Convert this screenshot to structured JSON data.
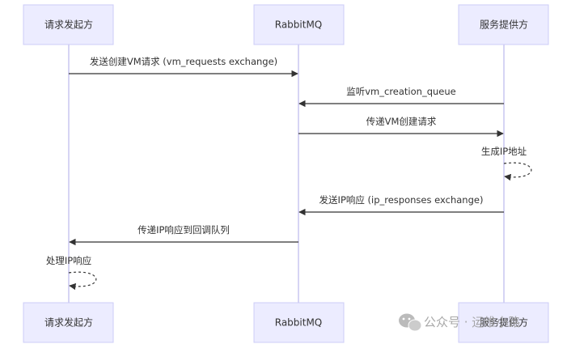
{
  "participants": [
    {
      "id": "requester",
      "label": "请求发起方"
    },
    {
      "id": "rabbitmq",
      "label": "RabbitMQ"
    },
    {
      "id": "provider",
      "label": "服务提供方"
    }
  ],
  "messages": [
    {
      "from": "requester",
      "to": "rabbitmq",
      "label": "发送创建VM请求 (vm_requests exchange)"
    },
    {
      "from": "provider",
      "to": "rabbitmq",
      "label": "监听vm_creation_queue"
    },
    {
      "from": "rabbitmq",
      "to": "provider",
      "label": "传递VM创建请求"
    },
    {
      "from": "provider",
      "to": "provider",
      "label": "生成IP地址"
    },
    {
      "from": "provider",
      "to": "rabbitmq",
      "label": "发送IP响应 (ip_responses exchange)"
    },
    {
      "from": "rabbitmq",
      "to": "requester",
      "label": "传递IP响应到回调队列"
    },
    {
      "from": "requester",
      "to": "requester",
      "label": "处理IP响应"
    }
  ],
  "watermark": {
    "label": "公众号 · 运维小路",
    "icon": "wechat-icon"
  }
}
